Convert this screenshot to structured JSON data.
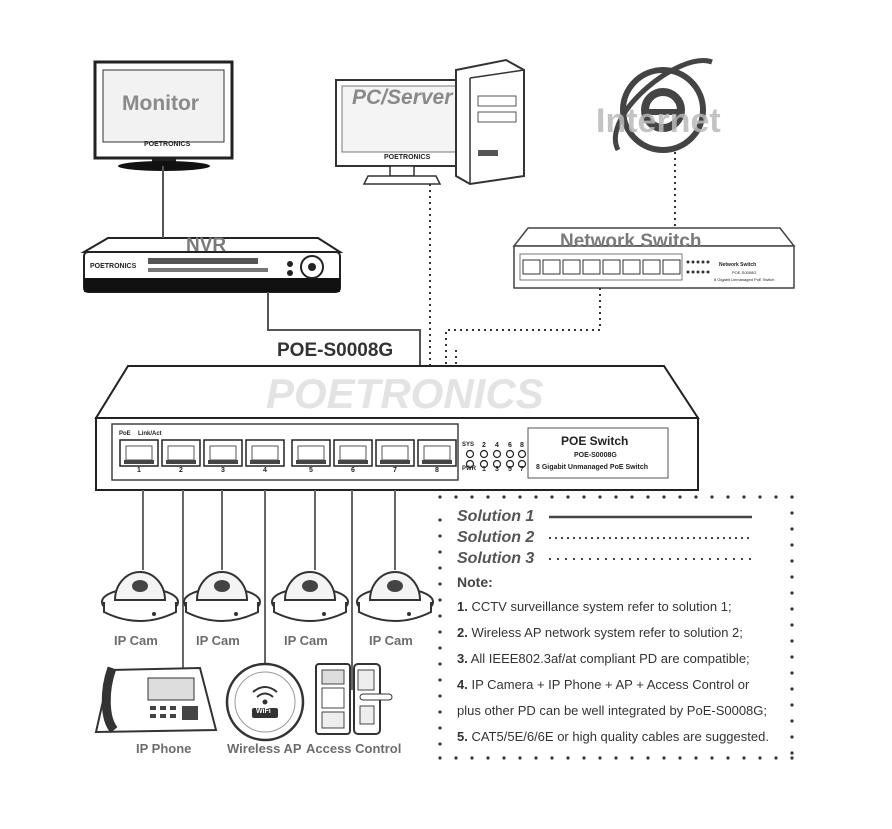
{
  "devices": {
    "monitor": "Monitor",
    "monitor_brand": "POETRONICS",
    "pc_server": "PC/Server",
    "pc_brand": "POETRONICS",
    "internet": "Internet",
    "network_switch": "Network Switch",
    "ns_small_title": "Network Switch",
    "ns_small_model": "POE-S0008G",
    "ns_small_desc": "8 Gigabit Unmanaged PoE Switch",
    "nvr": "NVR",
    "nvr_brand": "POETRONICS"
  },
  "poe_switch": {
    "model_heading": "POE-S0008G",
    "watermark": "POETRONICS",
    "panel_title": "POE Switch",
    "panel_model": "POE-S0008G",
    "panel_desc": "8 Gigabit Unmanaged PoE Switch",
    "label_poe": "PoE",
    "label_link": "Link/Act",
    "label_sys": "SYS",
    "label_pwr": "PWR",
    "led_top": [
      "2",
      "4",
      "6",
      "8"
    ],
    "led_bottom": [
      "1",
      "3",
      "5",
      "7"
    ],
    "port_numbers": [
      "1",
      "2",
      "3",
      "4",
      "5",
      "6",
      "7",
      "8"
    ]
  },
  "endpoints": {
    "cams": [
      "IP Cam",
      "IP Cam",
      "IP Cam",
      "IP Cam"
    ],
    "ip_phone": "IP Phone",
    "wireless_ap": "Wireless AP",
    "ap_badge": "WiFi",
    "access_control": "Access Control"
  },
  "legend": {
    "solutions": [
      "Solution 1",
      "Solution 2",
      "Solution 3"
    ],
    "note_title": "Note:",
    "notes": [
      {
        "num": "1.",
        "text": " CCTV surveillance system refer to solution 1;"
      },
      {
        "num": "2.",
        "text": " Wireless AP network system refer to solution 2;"
      },
      {
        "num": "3.",
        "text": " All IEEE802.3af/at compliant PD are compatible;"
      },
      {
        "num": "4.",
        "text": " IP Camera + IP Phone + AP + Access Control or"
      },
      {
        "num": "",
        "text": "plus other PD can be well integrated by PoE-S0008G;"
      },
      {
        "num": "5.",
        "text": " CAT5/5E/6/6E or high quality cables are suggested."
      }
    ]
  }
}
